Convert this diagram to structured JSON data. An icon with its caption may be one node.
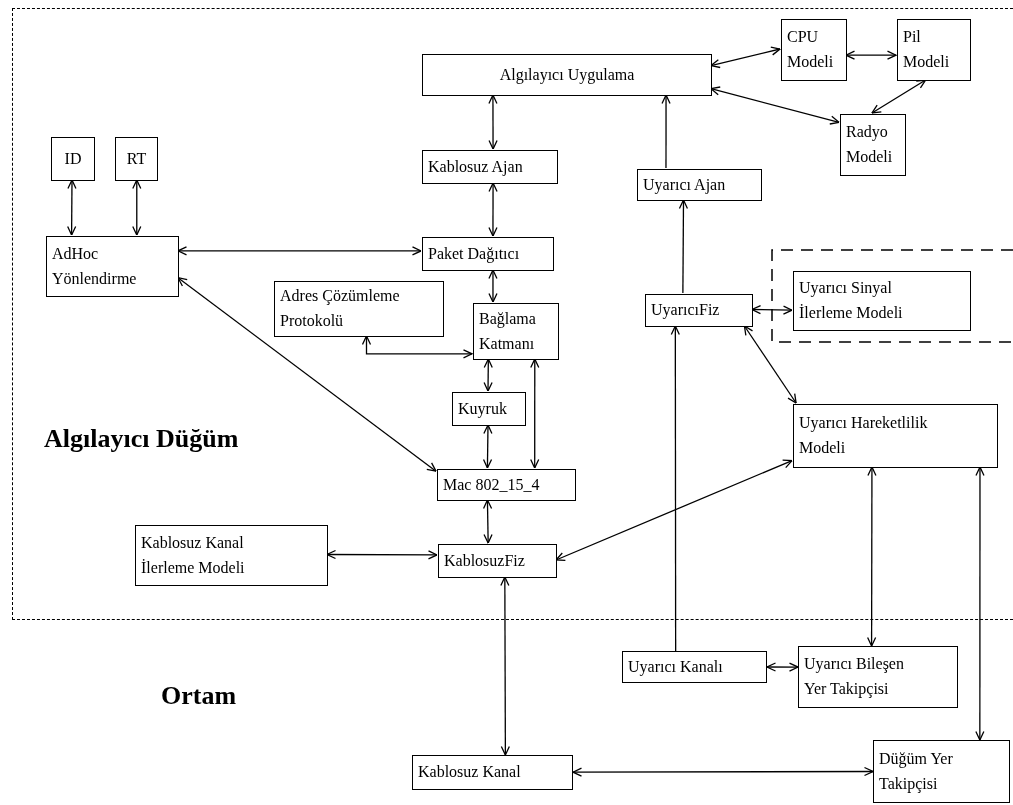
{
  "diagram": {
    "nodes": [
      {
        "text": [
          "Algılayıcı Düğüm"
        ]
      },
      {
        "text": [
          "Algılayıcı Uygulama"
        ],
        "in": 0
      },
      {
        "text": [
          "CPU Modeli"
        ],
        "in": 0
      },
      {
        "text": [
          "Pil Modeli"
        ],
        "in": 0
      },
      {
        "text": [
          "Radyo Modeli"
        ],
        "in": 0
      },
      {
        "text": [
          "Kablosuz Ajan"
        ],
        "in": 0
      },
      {
        "text": [
          "Uyarıcı Ajan"
        ],
        "in": 0
      },
      {
        "text": [
          "ID"
        ],
        "in": 0
      },
      {
        "text": [
          "RT"
        ],
        "in": 0
      },
      {
        "text": [
          "AdHoc Yönlendirme"
        ],
        "in": 0
      },
      {
        "text": [
          "Paket Dağıtıcı"
        ],
        "in": 0
      },
      {
        "text": [
          "Adres Çözümleme Protokolü"
        ],
        "in": 0
      },
      {
        "text": [
          "Bağlama Katmanı"
        ],
        "in": 0
      },
      {
        "text": [
          "UyarıcıFiz"
        ],
        "in": 0
      },
      {
        "text": [
          "Uyarıcı Sinyal İlerleme Modeli"
        ],
        "in": 0
      },
      {
        "text": [
          "Kuyruk"
        ],
        "in": 0
      },
      {
        "text": [
          "Uyarıcı Hareketlilik Modeli"
        ],
        "in": 0
      },
      {
        "text": [
          "Mac 802_15_4"
        ],
        "in": 0
      },
      {
        "text": [
          "Kablosuz Kanal İlerleme Modeli"
        ],
        "in": 0
      },
      {
        "text": [
          "KablosuzFiz"
        ],
        "in": 0
      },
      {
        "text": [
          "Uyarıcı Kanalı"
        ]
      },
      {
        "text": [
          "Uyarıcı Bileşen Yer Takipçisi"
        ]
      },
      {
        "text": [
          "Kablosuz Kanal"
        ]
      },
      {
        "text": [
          "Düğüm Yer Takipçisi"
        ]
      }
    ],
    "edges": [
      {
        "from": 1,
        "to": 2,
        "arrow": "both"
      },
      {
        "from": 2,
        "to": 3,
        "arrow": "both"
      },
      {
        "from": 1,
        "to": 4,
        "arrow": "both"
      },
      {
        "from": 3,
        "to": 4,
        "arrow": "both"
      },
      {
        "from": 1,
        "to": 5,
        "arrow": "both"
      },
      {
        "from": 6,
        "to": 1,
        "arrow": "to"
      },
      {
        "from": 7,
        "to": 9,
        "arrow": "both"
      },
      {
        "from": 8,
        "to": 9,
        "arrow": "both"
      },
      {
        "from": 9,
        "to": 10,
        "arrow": "both"
      },
      {
        "from": 5,
        "to": 10,
        "arrow": "both"
      },
      {
        "from": 10,
        "to": 12,
        "arrow": "both"
      },
      {
        "from": 11,
        "to": 12,
        "arrow": "both"
      },
      {
        "from": 9,
        "to": 17,
        "arrow": "both"
      },
      {
        "from": 12,
        "to": 15,
        "arrow": "both"
      },
      {
        "from": 12,
        "to": 17,
        "arrow": "both"
      },
      {
        "from": 15,
        "to": 17,
        "arrow": "both"
      },
      {
        "from": 17,
        "to": 19,
        "arrow": "both"
      },
      {
        "from": 18,
        "to": 19,
        "arrow": "both"
      },
      {
        "from": 19,
        "to": 16,
        "arrow": "both"
      },
      {
        "from": 13,
        "to": 6,
        "arrow": "to"
      },
      {
        "from": 13,
        "to": 14,
        "arrow": "both"
      },
      {
        "from": 13,
        "to": 16,
        "arrow": "both"
      },
      {
        "from": 20,
        "to": 13,
        "arrow": "to"
      },
      {
        "from": 20,
        "to": 21,
        "arrow": "both"
      },
      {
        "from": 16,
        "to": 21,
        "arrow": "both"
      },
      {
        "from": 16,
        "to": 23,
        "arrow": "both"
      },
      {
        "from": 19,
        "to": 22,
        "arrow": "both"
      },
      {
        "from": 22,
        "to": 23,
        "arrow": "both"
      }
    ],
    "labels": [
      "Ortam"
    ]
  }
}
